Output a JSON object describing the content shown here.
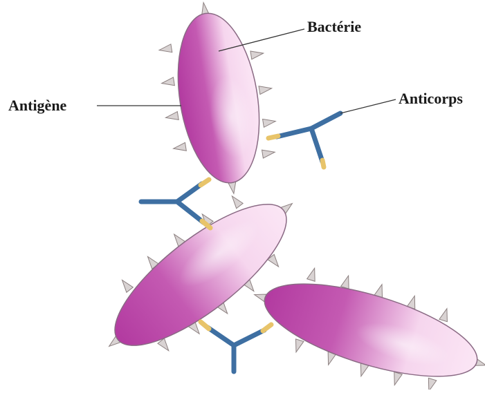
{
  "labels": {
    "bacterie": "Bactérie",
    "antigene": "Antigène",
    "anticorps": "Anticorps"
  },
  "colors": {
    "antibody": "#3e6fa2",
    "binding_site": "#e8c46a",
    "bacterium_dark": "#b23aa0",
    "bacterium_light": "#fbe6f5",
    "bacterium_outline": "#8a6a84",
    "antigen_spike": "#d8d2d2",
    "label_text": "#1a1a1a"
  }
}
